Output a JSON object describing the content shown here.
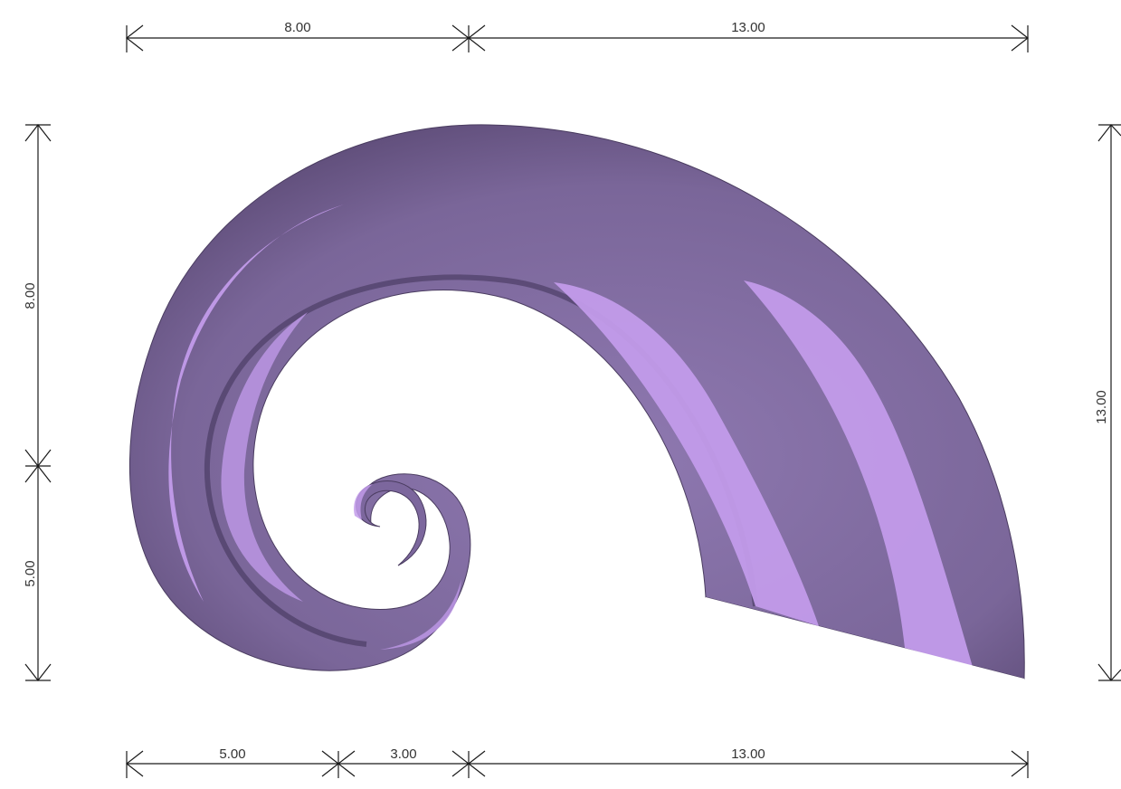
{
  "dimensions": {
    "top": [
      "8.00",
      "13.00"
    ],
    "bottom": [
      "5.00",
      "3.00",
      "13.00"
    ],
    "left": [
      "8.00",
      "5.00"
    ],
    "right": [
      "13.00"
    ]
  },
  "colors": {
    "shell_dark": "#6a5788",
    "shell_mid": "#8a73ad",
    "shell_light": "#c29bea",
    "shell_shadow": "#3e3155",
    "dim_line": "#1a1a1a"
  }
}
